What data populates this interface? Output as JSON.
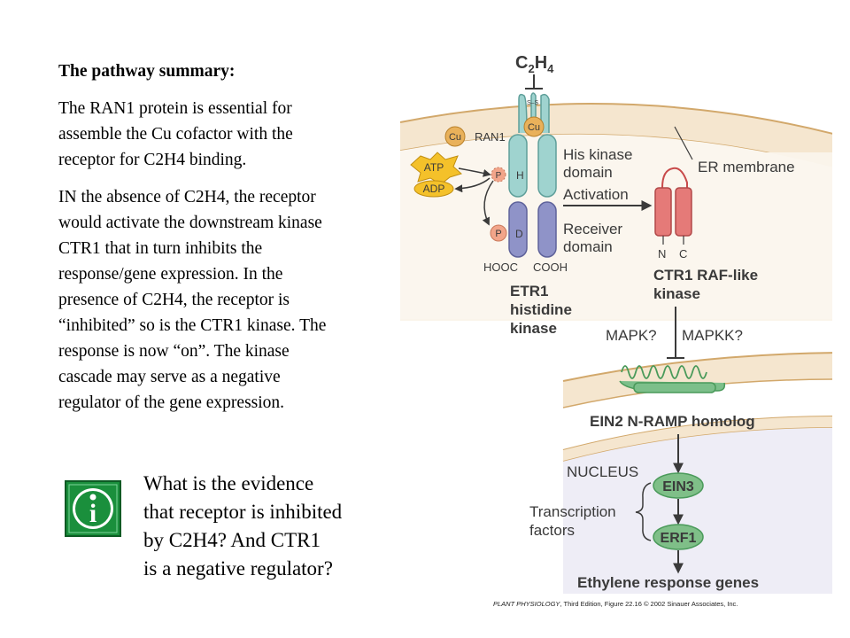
{
  "summary": {
    "heading": "The pathway summary:",
    "para1_lines": [
      "The RAN1 protein is essential for",
      "assemble the Cu cofactor with the",
      "receptor for C2H4 binding."
    ],
    "para2_lines": [
      "IN the absence of C2H4, the receptor",
      "would activate the downstream kinase",
      "CTR1 that in turn inhibits the",
      "response/gene expression. In the",
      "presence of C2H4, the receptor is",
      "“inhibited” so is the CTR1 kinase. The",
      "response is now “on”. The kinase",
      "cascade may serve as a negative",
      "regulator of the gene expression."
    ]
  },
  "question": {
    "lines": [
      "What is the evidence",
      "that receptor is inhibited",
      "by C2H4? And CTR1",
      "is a negative regulator?"
    ]
  },
  "info_button": {
    "glyph": "i",
    "icon": "info-icon",
    "color": "#1a8f3c"
  },
  "diagram": {
    "c2h4": {
      "c": "C",
      "sub1": "2",
      "h": "H",
      "sub2": "4"
    },
    "ss": "S–S",
    "cu": "Cu",
    "ran1": "RAN1",
    "atp": "ATP",
    "adp": "ADP",
    "p": "P",
    "h": "H",
    "d": "D",
    "hooc": "HOOC",
    "cooh": "COOH",
    "his_kinase_1": "His kinase",
    "his_kinase_2": "domain",
    "receiver_1": "Receiver",
    "receiver_2": "domain",
    "er_membrane": "ER membrane",
    "activation": "Activation",
    "n": "N",
    "c": "C",
    "ctr1_1": "CTR1 RAF-like",
    "ctr1_2": "kinase",
    "etr1_1": "ETR1",
    "etr1_2": "histidine",
    "etr1_3": "kinase",
    "mapk": "MAPK?",
    "mapkk": "MAPKK?",
    "ein2": "EIN2 N-RAMP homolog",
    "nucleus": "NUCLEUS",
    "ein3": "EIN3",
    "tf_1": "Transcription",
    "tf_2": "factors",
    "erf1": "ERF1",
    "ethylene_genes": "Ethylene response genes"
  },
  "caption": {
    "book": "PLANT PHYSIOLOGY",
    "rest": ", Third Edition, Figure 22.16  © 2002 Sinauer Associates, Inc."
  },
  "colors": {
    "membrane_fill": "#f5e6cf",
    "membrane_line": "#d2a86b",
    "receptor": "#9fd3cf",
    "receiver": "#8f93c8",
    "ctr1": "#e57a78",
    "ein2": "#7cbf8a",
    "phospho": "#f2a58a",
    "cu": "#e9b15a",
    "atp": "#f4c12a",
    "oval": "#7fbf88"
  }
}
